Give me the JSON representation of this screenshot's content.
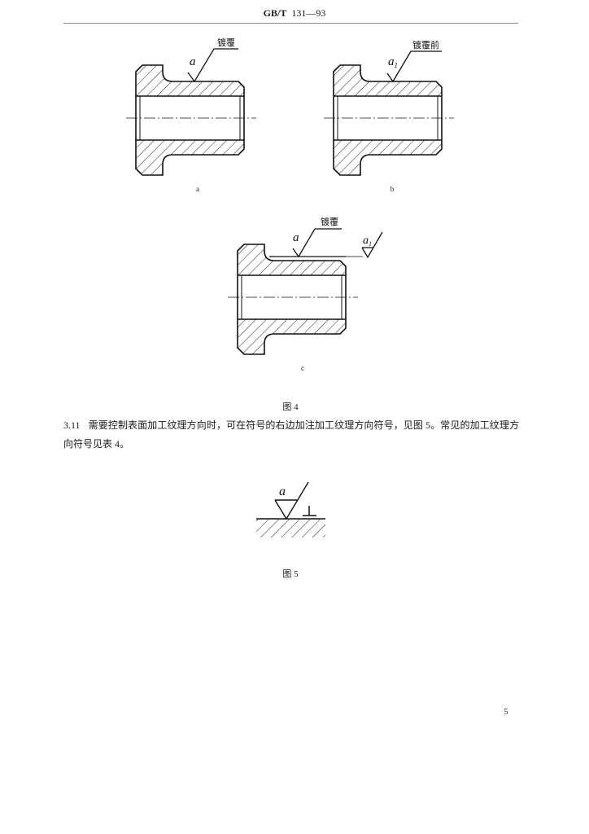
{
  "header": {
    "standard_prefix": "GB/T",
    "standard_number": "131—93"
  },
  "figure_4": {
    "panel_a": {
      "coating_label": "镀覆",
      "roughness_symbol": "a",
      "caption": "a"
    },
    "panel_b": {
      "coating_label": "镀覆前",
      "roughness_symbol": "a",
      "roughness_subscript": "1",
      "caption": "b"
    },
    "panel_c": {
      "coating_label": "镀覆",
      "roughness_symbol": "a",
      "pre_coating_symbol": "a",
      "pre_coating_subscript": "1",
      "caption": "c"
    },
    "caption": "图 4"
  },
  "section_3_11": {
    "number": "3.11",
    "text": "需要控制表面加工纹理方向时，可在符号的右边加注加工纹理方向符号，见图 5。常见的加工纹理方向符号见表 4。"
  },
  "figure_5": {
    "roughness_symbol": "a",
    "caption": "图 5"
  },
  "page_number": "5"
}
